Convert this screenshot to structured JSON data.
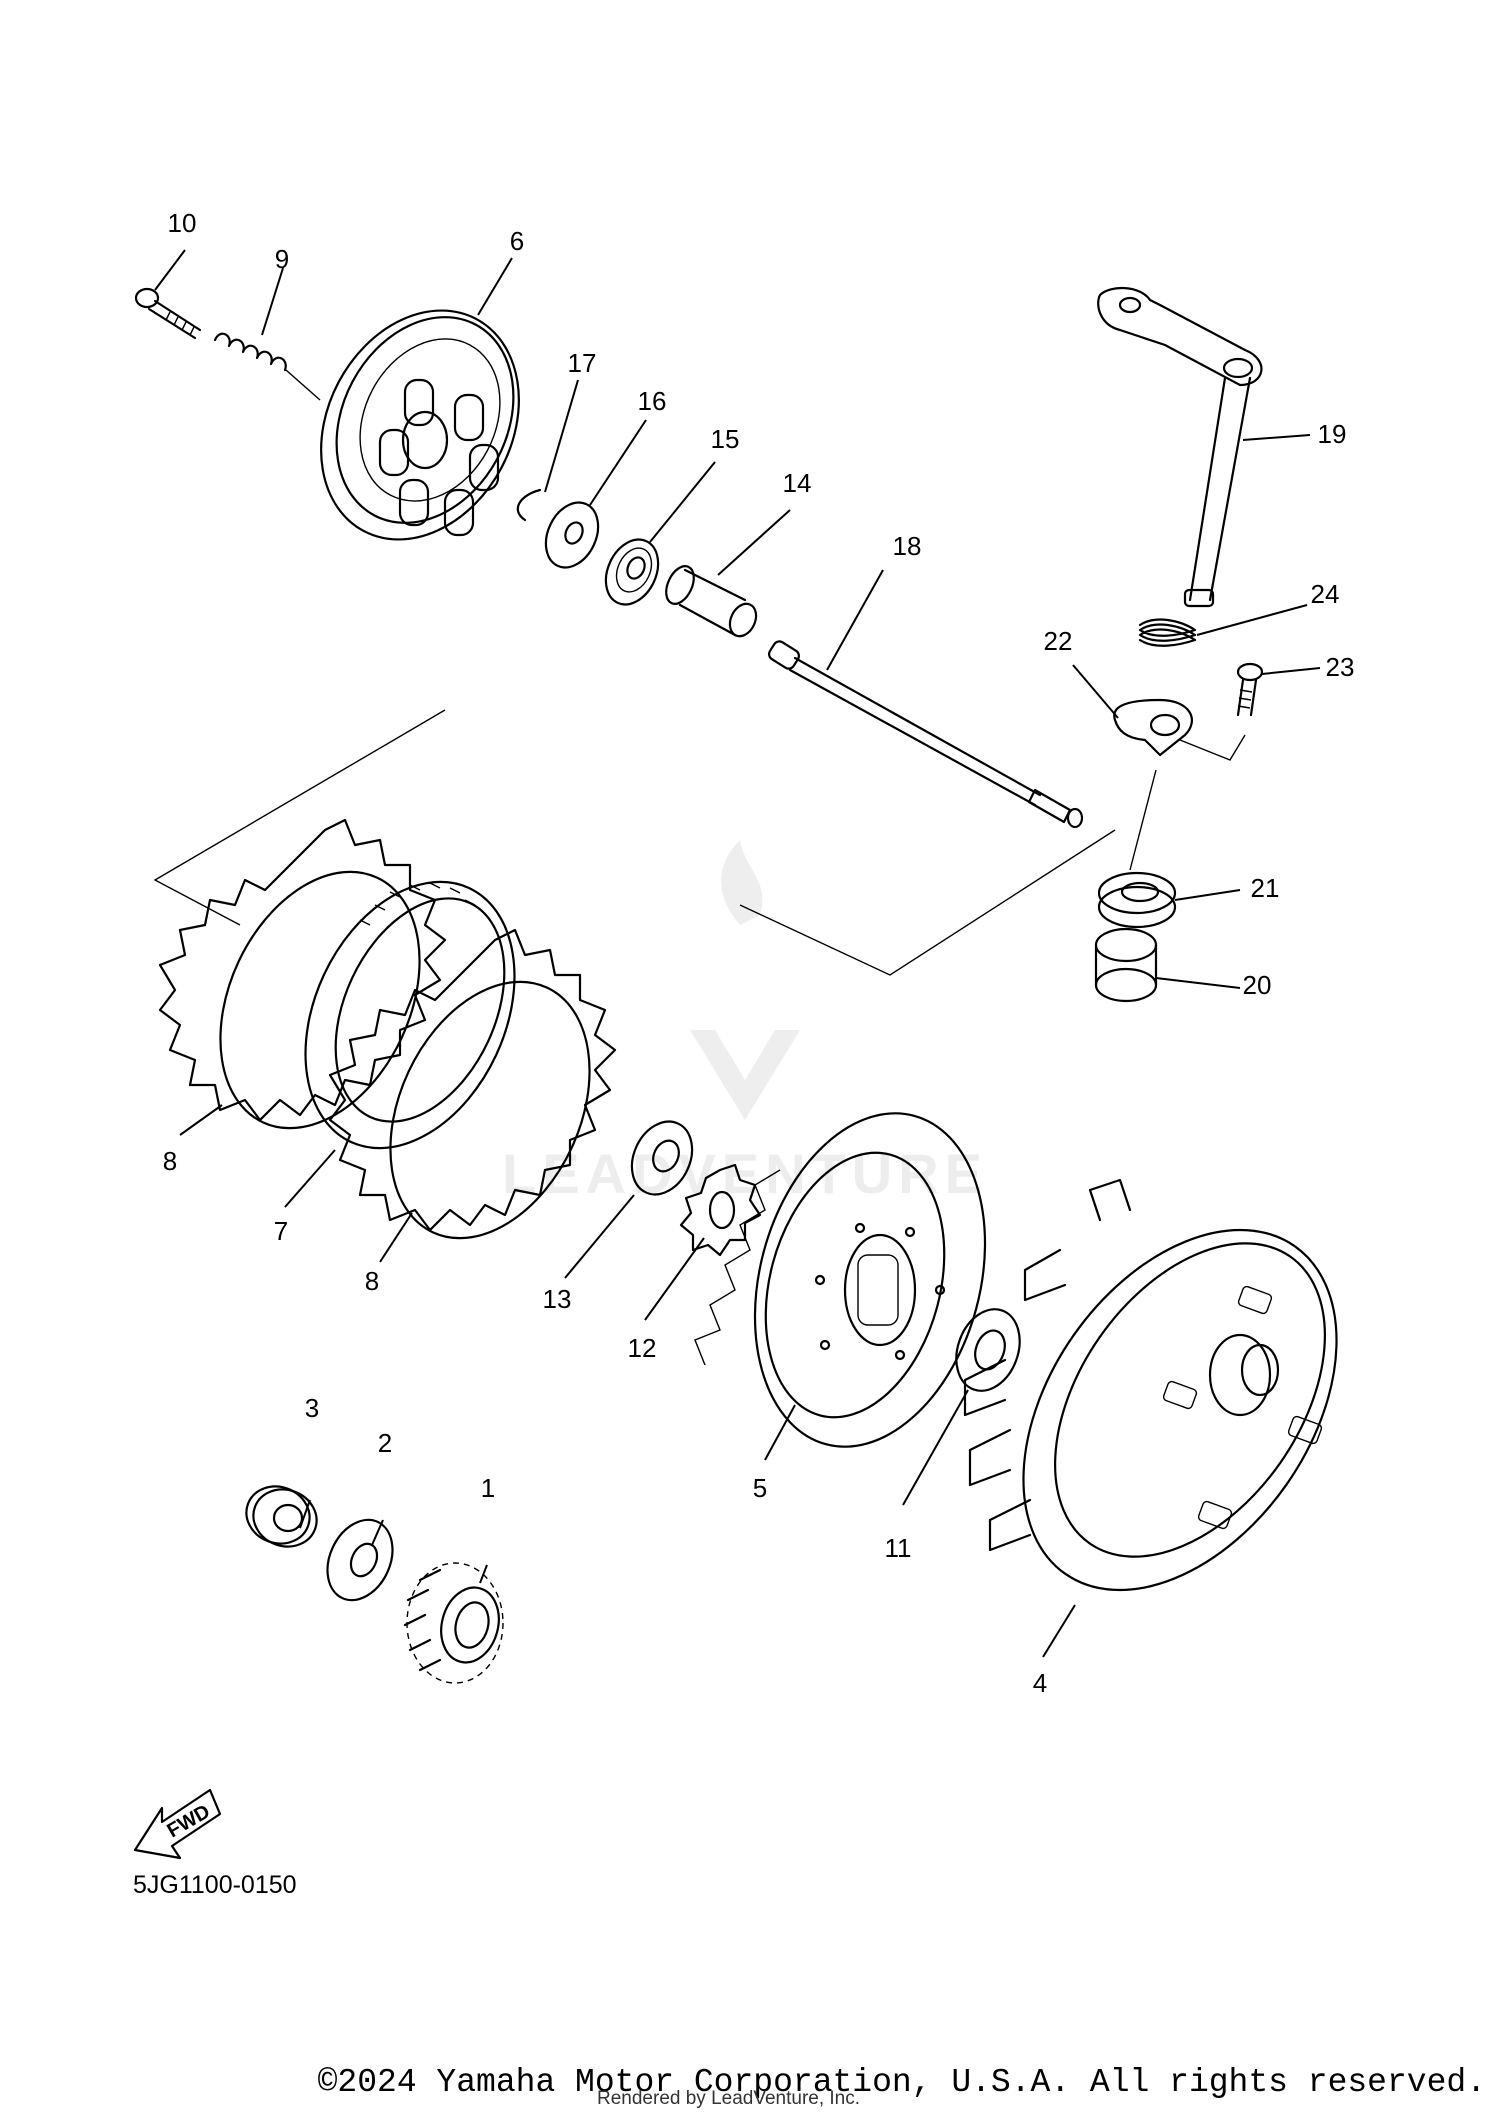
{
  "diagram": {
    "callouts": [
      {
        "id": "10",
        "label": "10"
      },
      {
        "id": "9",
        "label": "9"
      },
      {
        "id": "6",
        "label": "6"
      },
      {
        "id": "17",
        "label": "17"
      },
      {
        "id": "16",
        "label": "16"
      },
      {
        "id": "15",
        "label": "15"
      },
      {
        "id": "14",
        "label": "14"
      },
      {
        "id": "18",
        "label": "18"
      },
      {
        "id": "19",
        "label": "19"
      },
      {
        "id": "24",
        "label": "24"
      },
      {
        "id": "22",
        "label": "22"
      },
      {
        "id": "23",
        "label": "23"
      },
      {
        "id": "21",
        "label": "21"
      },
      {
        "id": "20",
        "label": "20"
      },
      {
        "id": "8a",
        "label": "8"
      },
      {
        "id": "7",
        "label": "7"
      },
      {
        "id": "8b",
        "label": "8"
      },
      {
        "id": "13",
        "label": "13"
      },
      {
        "id": "12",
        "label": "12"
      },
      {
        "id": "5",
        "label": "5"
      },
      {
        "id": "11",
        "label": "11"
      },
      {
        "id": "4",
        "label": "4"
      },
      {
        "id": "3",
        "label": "3"
      },
      {
        "id": "2",
        "label": "2"
      },
      {
        "id": "1",
        "label": "1"
      }
    ],
    "fwd_label": "FWD",
    "diagram_code": "5JG1100-0150"
  },
  "watermark": {
    "text": "LEADVENTURE"
  },
  "footer": {
    "copyright": "©2024 Yamaha Motor Corporation, U.S.A. All rights reserved.",
    "rendered_by": "Rendered by LeadVenture, Inc."
  }
}
